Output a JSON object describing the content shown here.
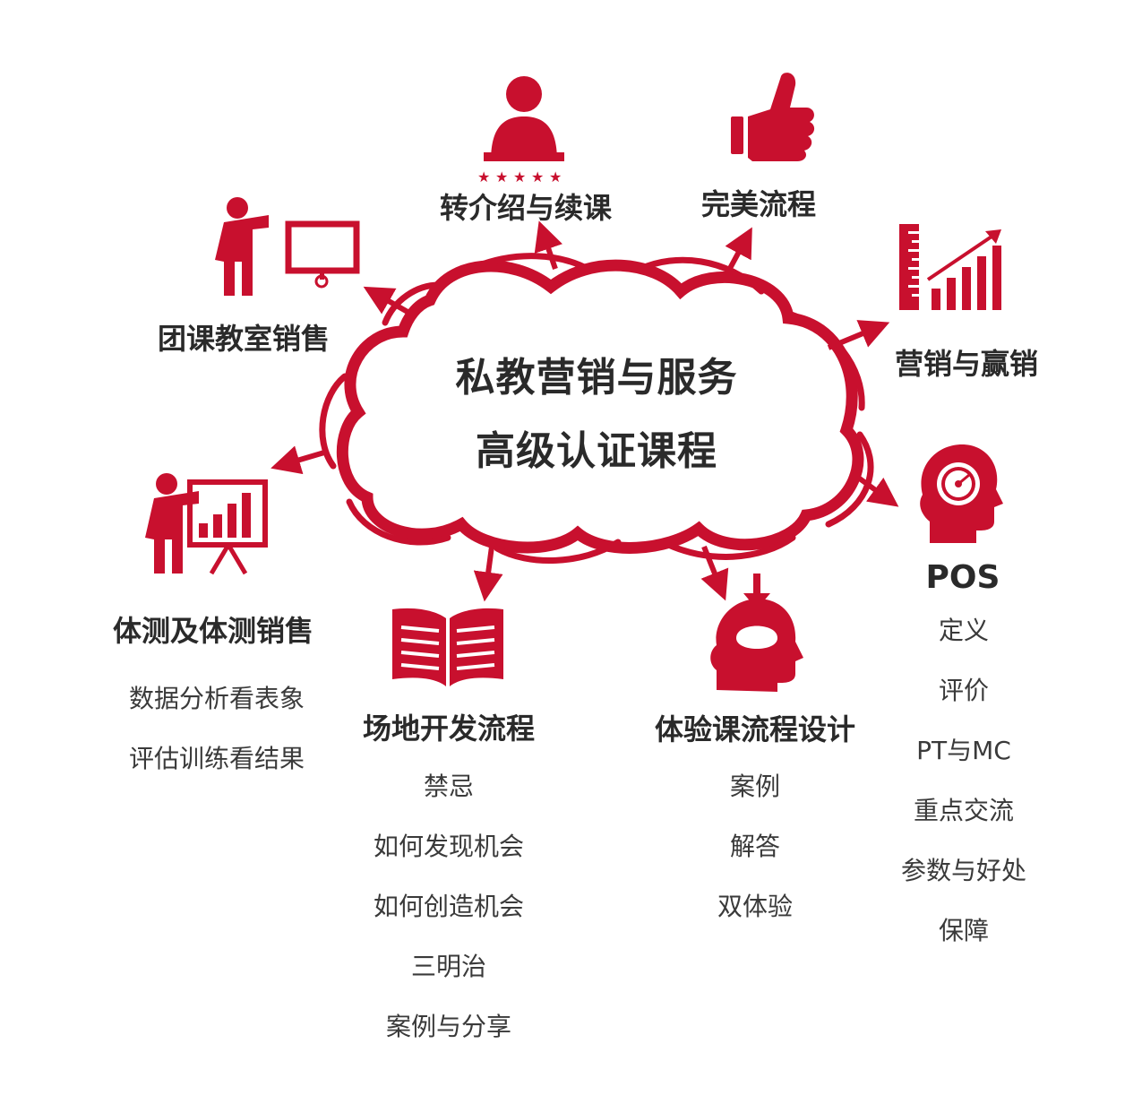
{
  "colors": {
    "accent": "#c8102e",
    "text": "#2a2a2a"
  },
  "center": {
    "line1": "私教营销与服务",
    "line2": "高级认证课程"
  },
  "nodes": {
    "referral": {
      "label": "转介绍与续课",
      "icon": "person-five-stars-icon"
    },
    "perfect": {
      "label": "完美流程",
      "icon": "thumbs-up-icon"
    },
    "marketing": {
      "label": "营销与赢销",
      "icon": "growth-bar-chart-icon"
    },
    "group": {
      "label": "团课教室销售",
      "icon": "presenter-screen-icon"
    },
    "fitness": {
      "label": "体测及体测销售",
      "icon": "presenter-chart-icon",
      "items": [
        "数据分析看表象",
        "评估训练看结果"
      ]
    },
    "venue": {
      "label": "场地开发流程",
      "icon": "open-book-icon",
      "items": [
        "禁忌",
        "如何发现机会",
        "如何创造机会",
        "三明治",
        "案例与分享"
      ]
    },
    "trial": {
      "label": "体验课流程设计",
      "icon": "head-download-icon",
      "items": [
        "案例",
        "解答",
        "双体验"
      ]
    },
    "pos": {
      "label": "POS",
      "icon": "head-gauge-icon",
      "items": [
        "定义",
        "评价",
        "PT与MC",
        "重点交流",
        "参数与好处",
        "保障"
      ]
    }
  }
}
